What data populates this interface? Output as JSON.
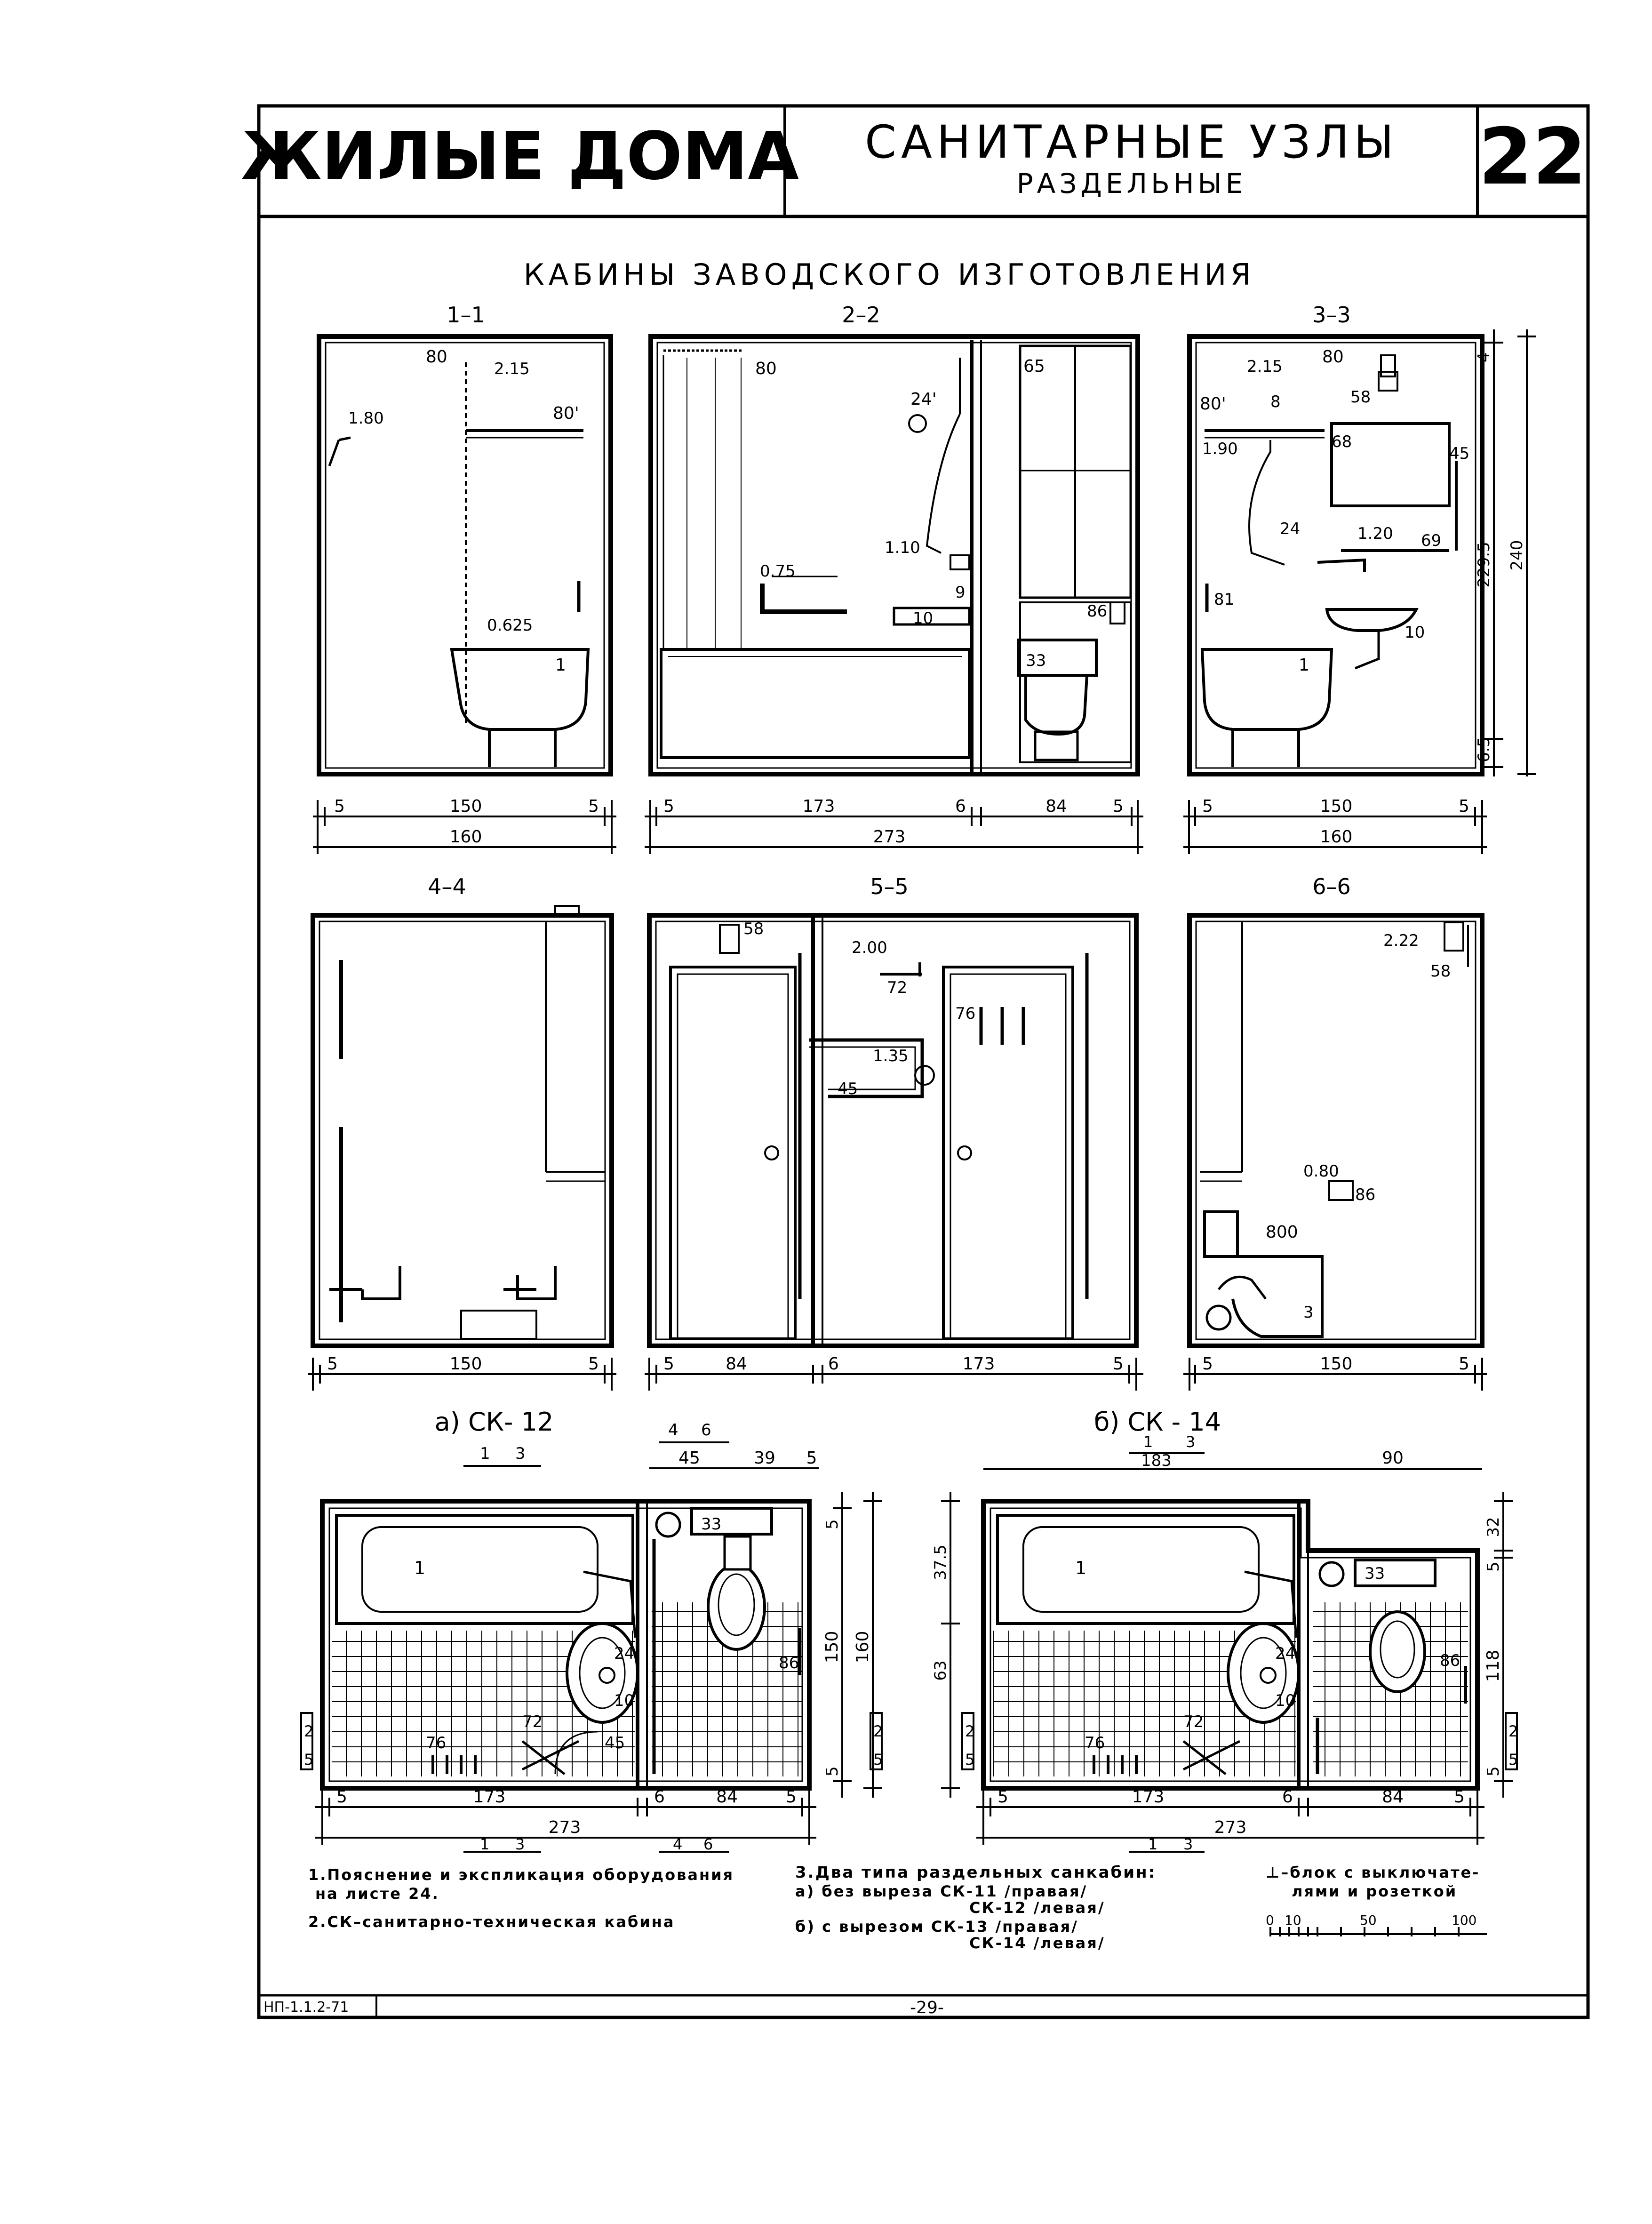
{
  "header": {
    "category": "ЖИЛЫЕ ДОМА",
    "title": "САНИТАРНЫЕ УЗЛЫ",
    "subtitle": "РАЗДЕЛЬНЫЕ",
    "sheet_number": "22"
  },
  "section_title": "КАБИНЫ ЗАВОДСКОГО ИЗГОТОВЛЕНИЯ",
  "elevations": {
    "s1": {
      "label": "1–1",
      "marks": [
        "80",
        "2.15",
        "1.80",
        "80'",
        "0.625",
        "1"
      ],
      "dims_row1": [
        "5",
        "150",
        "5"
      ],
      "dims_row2": [
        "160"
      ]
    },
    "s2": {
      "label": "2–2",
      "marks": [
        "80",
        "24'",
        "65",
        "1.10",
        "0.75",
        "9",
        "10",
        "86",
        "33"
      ],
      "dims_row1": [
        "5",
        "173",
        "6",
        "84",
        "5"
      ],
      "dims_row2": [
        "273"
      ]
    },
    "s3": {
      "label": "3–3",
      "marks": [
        "80",
        "2.15",
        "80'",
        "8",
        "58",
        "1.90",
        "68",
        "45",
        "24",
        "1.20",
        "69",
        "81",
        "10",
        "1"
      ],
      "side_dims": [
        "4",
        "229.5",
        "240",
        "6.5"
      ],
      "dims_row1": [
        "5",
        "150",
        "5"
      ],
      "dims_row2": [
        "160"
      ]
    },
    "s4": {
      "label": "4–4",
      "dims_row1": [
        "5",
        "150",
        "5"
      ]
    },
    "s5": {
      "label": "5–5",
      "marks": [
        "58",
        "2.00",
        "72",
        "76",
        "1.35",
        "45"
      ],
      "dims_row1": [
        "5",
        "84",
        "6",
        "173",
        "5"
      ]
    },
    "s6": {
      "label": "6–6",
      "marks": [
        "2.22",
        "58",
        "0.80",
        "86",
        "800",
        "3"
      ],
      "dims_row1": [
        "5",
        "150",
        "5"
      ]
    }
  },
  "plans": {
    "a": {
      "label": "а) СК- 12",
      "top_dims": [
        "1",
        "3",
        "4",
        "6",
        "45",
        "39",
        "5"
      ],
      "marks": [
        "1",
        "33",
        "24",
        "10",
        "86",
        "72",
        "76",
        "45"
      ],
      "side_dims": [
        "5",
        "150",
        "160",
        "5"
      ],
      "left_dims": [
        "2",
        "5"
      ],
      "right_dims": [
        "2",
        "5"
      ],
      "dims_row1": [
        "5",
        "173",
        "6",
        "84",
        "5"
      ],
      "dims_row2": [
        "273"
      ],
      "bottom_dims": [
        "1",
        "3",
        "4",
        "6"
      ]
    },
    "b": {
      "label": "б) СК - 14",
      "top_dims": [
        "1",
        "3",
        "183",
        "90"
      ],
      "marks": [
        "1",
        "33",
        "24",
        "10",
        "86",
        "72",
        "76"
      ],
      "left_side_dims": [
        "37.5",
        "63"
      ],
      "side_dims": [
        "32",
        "5",
        "118",
        "5"
      ],
      "left_dims": [
        "2",
        "5"
      ],
      "right_dims": [
        "2",
        "5"
      ],
      "dims_row1": [
        "5",
        "173",
        "6",
        "84",
        "5"
      ],
      "dims_row2": [
        "273"
      ],
      "bottom_dims": [
        "1",
        "3"
      ]
    }
  },
  "notes": {
    "n1_line1": "1.Пояснение и экспликация оборудования",
    "n1_line2": "на листе 24.",
    "n2": "2.СК–санитарно-техническая кабина",
    "n3_line1": "3.Два типа раздельных санкабин:",
    "n3_line2": "а) без выреза  СК-11 /правая/",
    "n3_line3": "СК-12 /левая/",
    "n3_line4": "б) с вырезом  СК-13 /правая/",
    "n3_line5": "СК-14 /левая/",
    "legend_line1": "⊥–блок с выключате-",
    "legend_line2": "лями и розеткой",
    "scale_ticks": [
      "0",
      "10",
      "50",
      "100"
    ]
  },
  "footer": {
    "code": "НП-1.1.2-71",
    "page": "-29-"
  }
}
